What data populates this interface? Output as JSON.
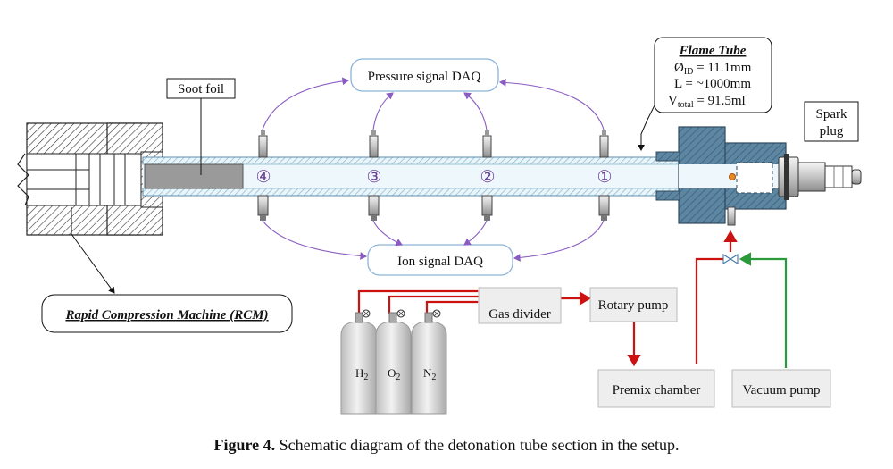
{
  "labels": {
    "soot_foil": "Soot foil",
    "pressure_daq": "Pressure signal DAQ",
    "ion_daq": "Ion signal DAQ",
    "rcm": "Rapid Compression Machine (RCM)",
    "flame_tube_title": "Flame Tube",
    "flame_tube_diameter": "Ø",
    "flame_tube_diameter_sub": "ID",
    "flame_tube_diameter_value": " = 11.1mm",
    "flame_tube_length": "L = ~1000mm",
    "flame_tube_volume": "V",
    "flame_tube_volume_sub": "total",
    "flame_tube_volume_value": " = 91.5ml",
    "spark_plug_line1": "Spark",
    "spark_plug_line2": "plug",
    "gas_divider": "Gas divider",
    "rotary_pump": "Rotary pump",
    "premix_chamber": "Premix chamber",
    "vacuum_pump": "Vacuum pump"
  },
  "sensors": [
    "④",
    "③",
    "②",
    "①"
  ],
  "cylinders": [
    {
      "main": "H",
      "sub": "2"
    },
    {
      "main": "O",
      "sub": "2"
    },
    {
      "main": "N",
      "sub": "2"
    }
  ],
  "caption": {
    "label": "Figure 4.",
    "text": "  Schematic diagram of the detonation tube section in the setup."
  },
  "colors": {
    "gas_line": "#cc1111",
    "vacuum_line": "#2a9a3a",
    "signal_line": "#8a5cc2",
    "tube_fill": "#dbeef6",
    "tube_hatch": "#6b9fbf",
    "box_fill": "#eeeeee",
    "rounded_box_stroke": "#8ab4d8"
  }
}
